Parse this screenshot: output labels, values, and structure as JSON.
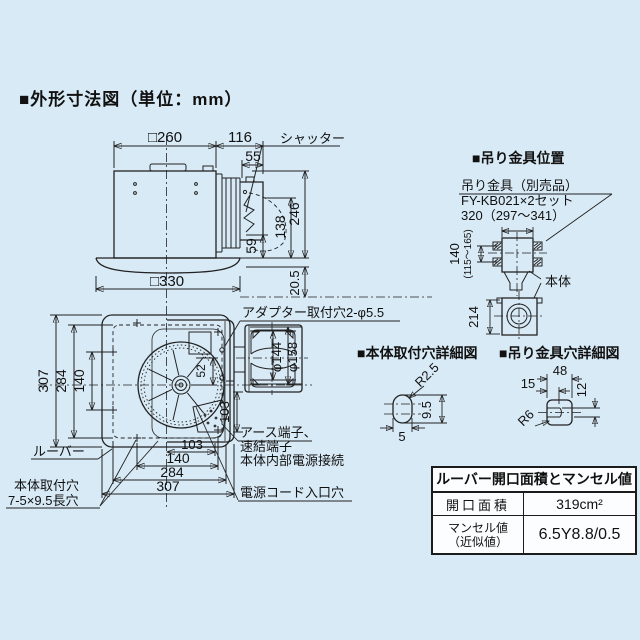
{
  "title": "■外形寸法図（単位：mm）",
  "colors": {
    "background": "#d8eaf6",
    "line": "#222222",
    "table_background": "#fcfdfe"
  },
  "side_view": {
    "dim_top_width": "□260",
    "dim_duct_depth": "116",
    "dim_shutter_depth": "55",
    "label_shutter": "シャッター",
    "dim_total_height": "246",
    "dim_duct_height": "138",
    "dim_duct_bottom": "59",
    "dim_flange_height": "20.5",
    "dim_bottom_width": "□330"
  },
  "bracket_position": {
    "section_title": "■吊り金具位置",
    "note1": "吊り金具（別売品）",
    "note2": "FY-KB021×2セット",
    "note3": "320（297～341）",
    "dim_height": "140",
    "dim_height_range": "(115～165)",
    "label_body": "本体",
    "dim_duct": "214"
  },
  "bottom_view": {
    "label_adapter_hole": "アダプター取付穴2-φ5.5",
    "dim_left_outer": "307",
    "dim_left_mid": "284",
    "dim_left_inner": "140",
    "dim_center_offset": "52",
    "dim_right_103": "103",
    "dim_dia_inner": "φ144",
    "dim_dia_outer": "φ158",
    "dim_bottom_103": "103",
    "dim_bottom_140": "140",
    "dim_bottom_284": "284",
    "dim_bottom_307": "307",
    "label_louver": "ルーバー",
    "label_mount_line1": "本体取付穴",
    "label_mount_line2": "7-5×9.5長穴",
    "label_terminal_line1": "アース端子、",
    "label_terminal_line2": "速結端子",
    "label_terminal_line3": "本体内部電源接続",
    "label_cord_hole": "電源コード入口穴"
  },
  "mount_hole_detail": {
    "section_title": "■本体取付穴詳細図",
    "dim_radius": "R2.5",
    "dim_height": "9.5",
    "dim_width": "5"
  },
  "bracket_hole_detail": {
    "section_title": "■吊り金具穴詳細図",
    "dim_width": "48",
    "dim_offset": "15",
    "dim_height": "12",
    "dim_radius": "R6"
  },
  "spec_table": {
    "header": "ルーバー開口面積とマンセル値",
    "rows": [
      {
        "label": "開口面積",
        "value": "319cm²"
      },
      {
        "label_line1": "マンセル値",
        "label_line2": "（近似値）",
        "value": "6.5Y8.8/0.5"
      }
    ]
  }
}
